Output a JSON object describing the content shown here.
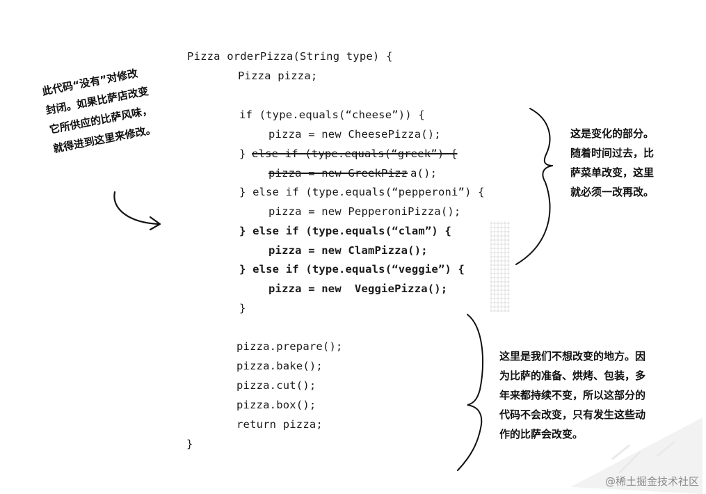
{
  "code": {
    "signature": "Pizza orderPizza(String type) {",
    "decl": "Pizza pizza;",
    "if_cheese": "if (type.equals(“cheese”)) {",
    "new_cheese": "pizza = new CheesePizza();",
    "brace_prefix": "}",
    "else_greek": "else if (type.equals(“greek”) {",
    "new_greek_struck": "pizza = new GreekPizz",
    "new_greek_tail": "a();",
    "else_pepperoni": "} else if (type.equals(“pepperoni”) {",
    "new_pepperoni": "pizza = new PepperoniPizza();",
    "else_clam": "} else if (type.equals(“clam”) {",
    "new_clam": "pizza = new ClamPizza();",
    "else_veggie": "} else if (type.equals(“veggie”) {",
    "new_veggie": "pizza = new  VeggiePizza();",
    "close_if": "}",
    "prepare": "pizza.prepare();",
    "bake": "pizza.bake();",
    "cut": "pizza.cut();",
    "box": "pizza.box();",
    "ret": "return pizza;",
    "close_method": "}"
  },
  "notes": {
    "left": "此代码“没有”对修改\n封闭。如果比萨店改变\n它所供应的比萨风味，\n就得进到这里来修改。",
    "right_top": "这是变化的部分。\n随着时间过去，比\n萨菜单改变，这里\n就必须一改再改。",
    "right_bottom": "这里是我们不想改变的地方。因\n为比萨的准备、烘烤、包装，多\n年来都持续不变，所以这部分的\n代码不会改变，只有发生这些动\n作的比萨会改变。"
  },
  "watermark": "@稀土掘金技术社区"
}
